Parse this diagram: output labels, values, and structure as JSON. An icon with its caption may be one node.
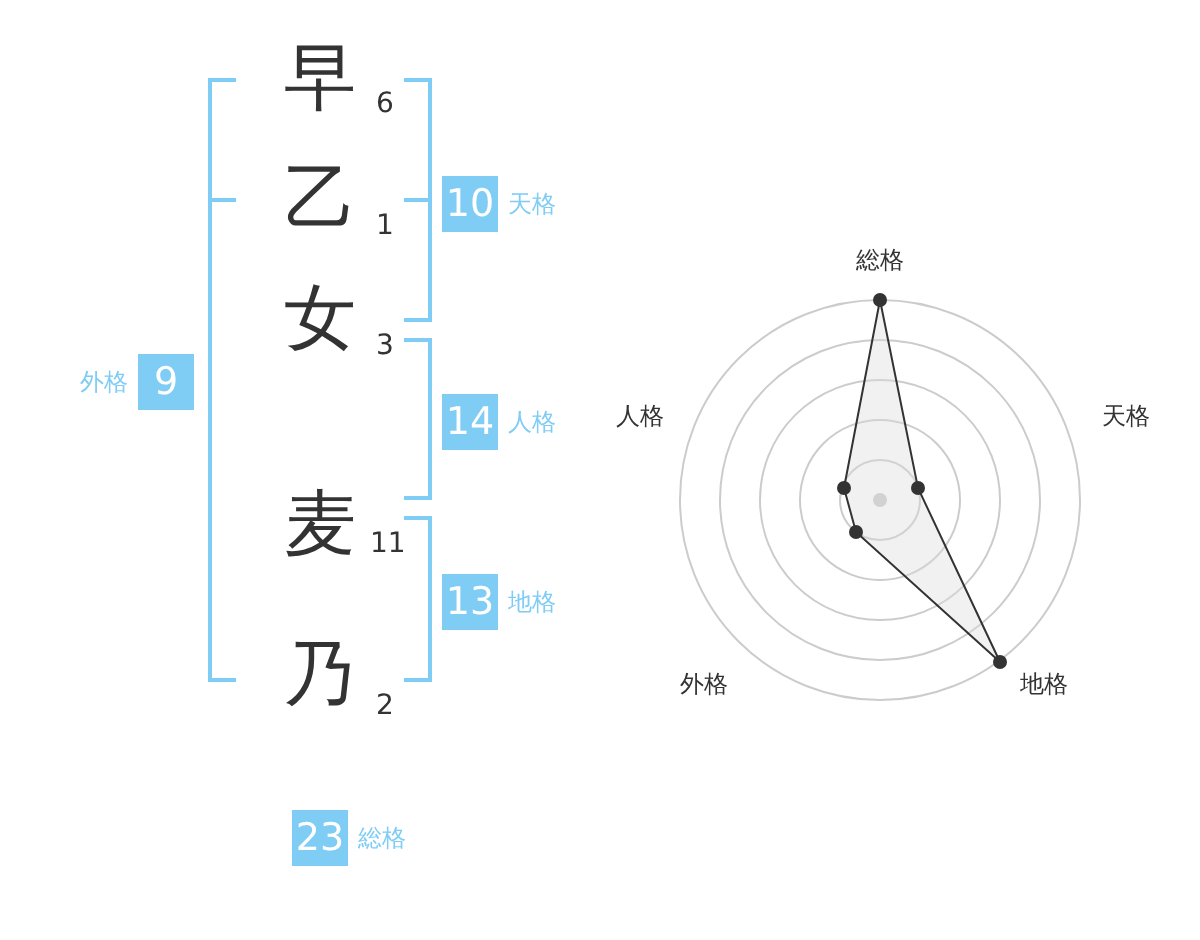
{
  "diagram": {
    "nodes": [
      {
        "text": [
          "10"
        ],
        "beside": [
          "天格"
        ]
      },
      {
        "text": [
          "9"
        ],
        "beside": [
          "外格"
        ]
      },
      {
        "text": [
          "14"
        ],
        "beside": [
          "人格"
        ]
      },
      {
        "text": [
          "13"
        ],
        "beside": [
          "地格"
        ]
      },
      {
        "text": [
          "23"
        ],
        "beside": [
          "総格"
        ]
      }
    ],
    "labels": [
      "早",
      "6",
      "乙",
      "1",
      "女",
      "3",
      "麦",
      "11",
      "乃",
      "2",
      "総格",
      "人格",
      "天格",
      "外格",
      "地格"
    ]
  }
}
